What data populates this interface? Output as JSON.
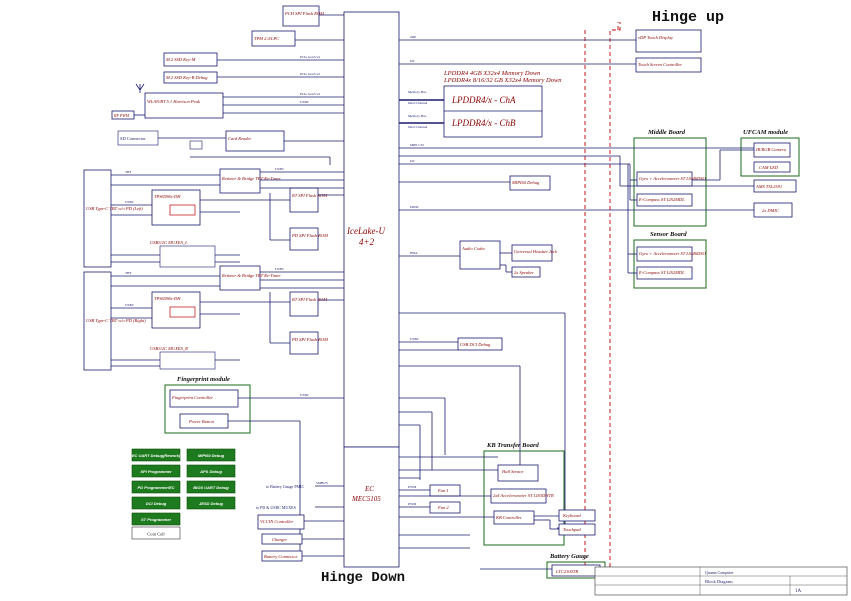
{
  "titles": {
    "hinge_up": "Hinge up",
    "hinge_down": "Hinge Down",
    "cpu": "IceLake-U",
    "cpu_sub": "4+2",
    "ec": "EC",
    "ec_sub": "MEC5105"
  },
  "memory": {
    "title1": "LPDDR4 4GB X32x4 Memory Down",
    "title2": "LPDDR4x 8/16/32 GB X32x4 Memory Down",
    "cha": "LPDDR4/x - ChA",
    "chb": "LPDDR4/x - ChB",
    "bus1": "Memory Bus",
    "bus2": "Memory Bus",
    "ch1": "Dual Channel",
    "ch2": "Dual Channel"
  },
  "sections": {
    "middle_board": "Middle Board",
    "ufcam_module": "UFCAM module",
    "sensor_board": "Sensor Board",
    "fingerprint_module": "Fingerprint module",
    "kb_transfer_board": "KB Transfer Board",
    "battery_gauge": "Battery Gauge"
  },
  "blocks": {
    "pch_spi": "PCH SPI Flash ROM",
    "tpm": "TPM 2.0/LPC",
    "ssd": "M.2 SSD Key-M",
    "ssd2": "M.2 SSD Key-B Debug",
    "wlan": "WLAN/BT 5.1 Harrison Peak",
    "rf_pwm": "RF PWM",
    "sd": "Card Reader",
    "sd_conn": "SD Connector",
    "retimer1": "Retimer & Bridge TBT Re-Timer",
    "retimer2": "Retimer & Bridge TBT Re-Timer",
    "pd1": "TPS6598x-DH",
    "pd2": "TPS6598x-DH",
    "rt_spi1": "RT SPI Flash ROM",
    "rt_spi2": "RT SPI Flash ROM",
    "pd_spi1": "PD SPI Flash ROM",
    "pd_spi2": "PD SPI Flash ROM",
    "usbc_left": "USB Type-C TBT w/o PD (Left)",
    "usbc_right": "USB Type-C TBT w/o PD (Right)",
    "mux1": "USB3/2C MUXES_L",
    "mux2": "USB3/2C MUXES_R",
    "mipi_debug": "MIPI60 Debug",
    "audio": "Audio Codec",
    "universal_jack": "Universal Headset Jack",
    "speaker": "2x Speaker",
    "usb_debug": "USB DCI Debug",
    "edp": "eDP Touch Display",
    "touch_ctrl": "Touch Screen Controller",
    "ir_cam": "IR/RGB Camera",
    "cam_led": "CAM LED",
    "dmic": "2x DMIC",
    "ams": "AMS TSL2591",
    "accel1": "Gyro + Accelerometer ST LSM6DSO",
    "hall1": "E-Compass ST LIS2MDL",
    "accel2": "Gyro + Accelerometer ST LSM6DSO",
    "hall2": "E-Compass ST LIS2MDL",
    "fp_ctrl": "Fingerprint Controller",
    "power_button": "Power Button",
    "hall_sensor": "Hall Sensor",
    "acc_kb": "2x4 Accelerometer ST LIS3DHTR",
    "kb_ctrl": "KB Controller",
    "keyboard": "Keyboard",
    "touchpad": "Touchpad",
    "fan1": "Fan 1",
    "fan2": "Fan 2",
    "vccin": "VCCIN Controller",
    "charger": "Charger",
    "battery": "Battery Connector",
    "gauge": "LTC2300TR",
    "to_gauge": "to Battery Gauge PMIC",
    "to_pd": "to PD & USBC MUXES"
  },
  "debug_buttons": [
    "EC UART Debug(Rework)",
    "SPI Programmer",
    "PD Programmer/EC",
    "DCI Debug",
    "ST Programmer",
    "MIPI60 Debug",
    "APS Debug",
    "BIOS UART Debug",
    "JESD Debug"
  ],
  "coin_cell": "Coin Cell",
  "signals": {
    "espi": "eSPI",
    "pcie": "PCIe Gen3 x4",
    "pcie2": "PCIe Gen3 x2",
    "usb2": "USB2",
    "usb3": "USB3",
    "i2c": "I2C",
    "spi": "SPI",
    "edp_sig": "eDP",
    "hda": "HDA",
    "dmic_sig": "DMIC",
    "tbt": "TBT",
    "pwm": "PWM",
    "smbus": "SMBUS",
    "mipi": "MIPI CSI"
  },
  "footer": {
    "company": "Quanta Computer",
    "title": "Block Diagram",
    "rev": "1A"
  }
}
